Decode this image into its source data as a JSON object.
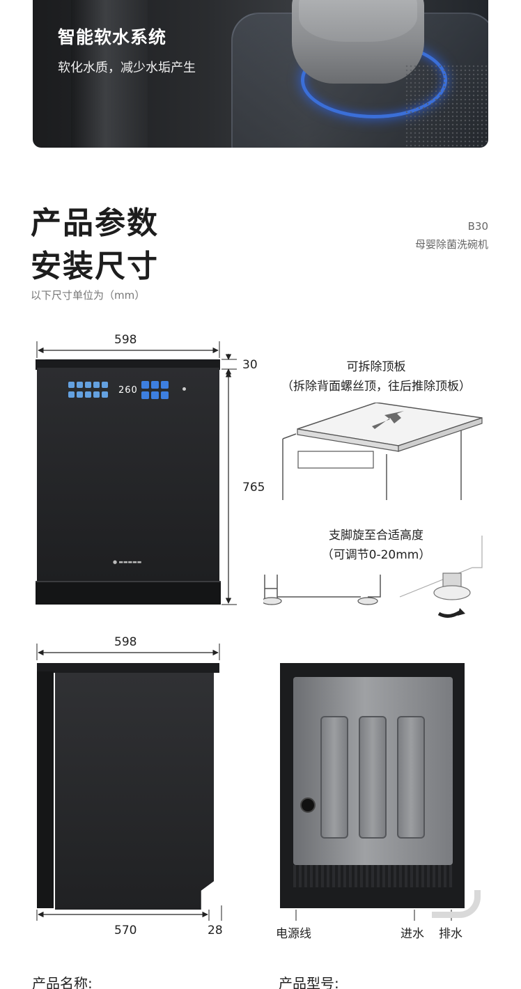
{
  "banner": {
    "title": "智能软水系统",
    "subtitle": "软化水质，减少水垢产生"
  },
  "heading": {
    "line1": "产品参数",
    "line2": "安装尺寸",
    "unit_note": "以下尺寸单位为（mm）"
  },
  "model": {
    "code": "B30",
    "name": "母婴除菌洗碗机"
  },
  "front_view": {
    "width": "598",
    "top_thickness": "30",
    "height": "765",
    "display_temp": "260"
  },
  "top_panel_note": {
    "title": "可拆除顶板",
    "detail": "（拆除背面螺丝顶，往后推除顶板）"
  },
  "foot_note": {
    "title": "支脚旋至合适高度",
    "detail": "（可调节0-20mm）"
  },
  "side_view": {
    "width": "598",
    "depth": "570",
    "door": "28"
  },
  "back_view": {
    "power_label": "电源线",
    "inlet_label": "进水",
    "drain_label": "排水"
  },
  "bottom": {
    "product_name_label": "产品名称:",
    "product_model_label": "产品型号:"
  },
  "colors": {
    "accent_blue": "#3b6fd8",
    "appliance_black": "#1e1f21"
  }
}
